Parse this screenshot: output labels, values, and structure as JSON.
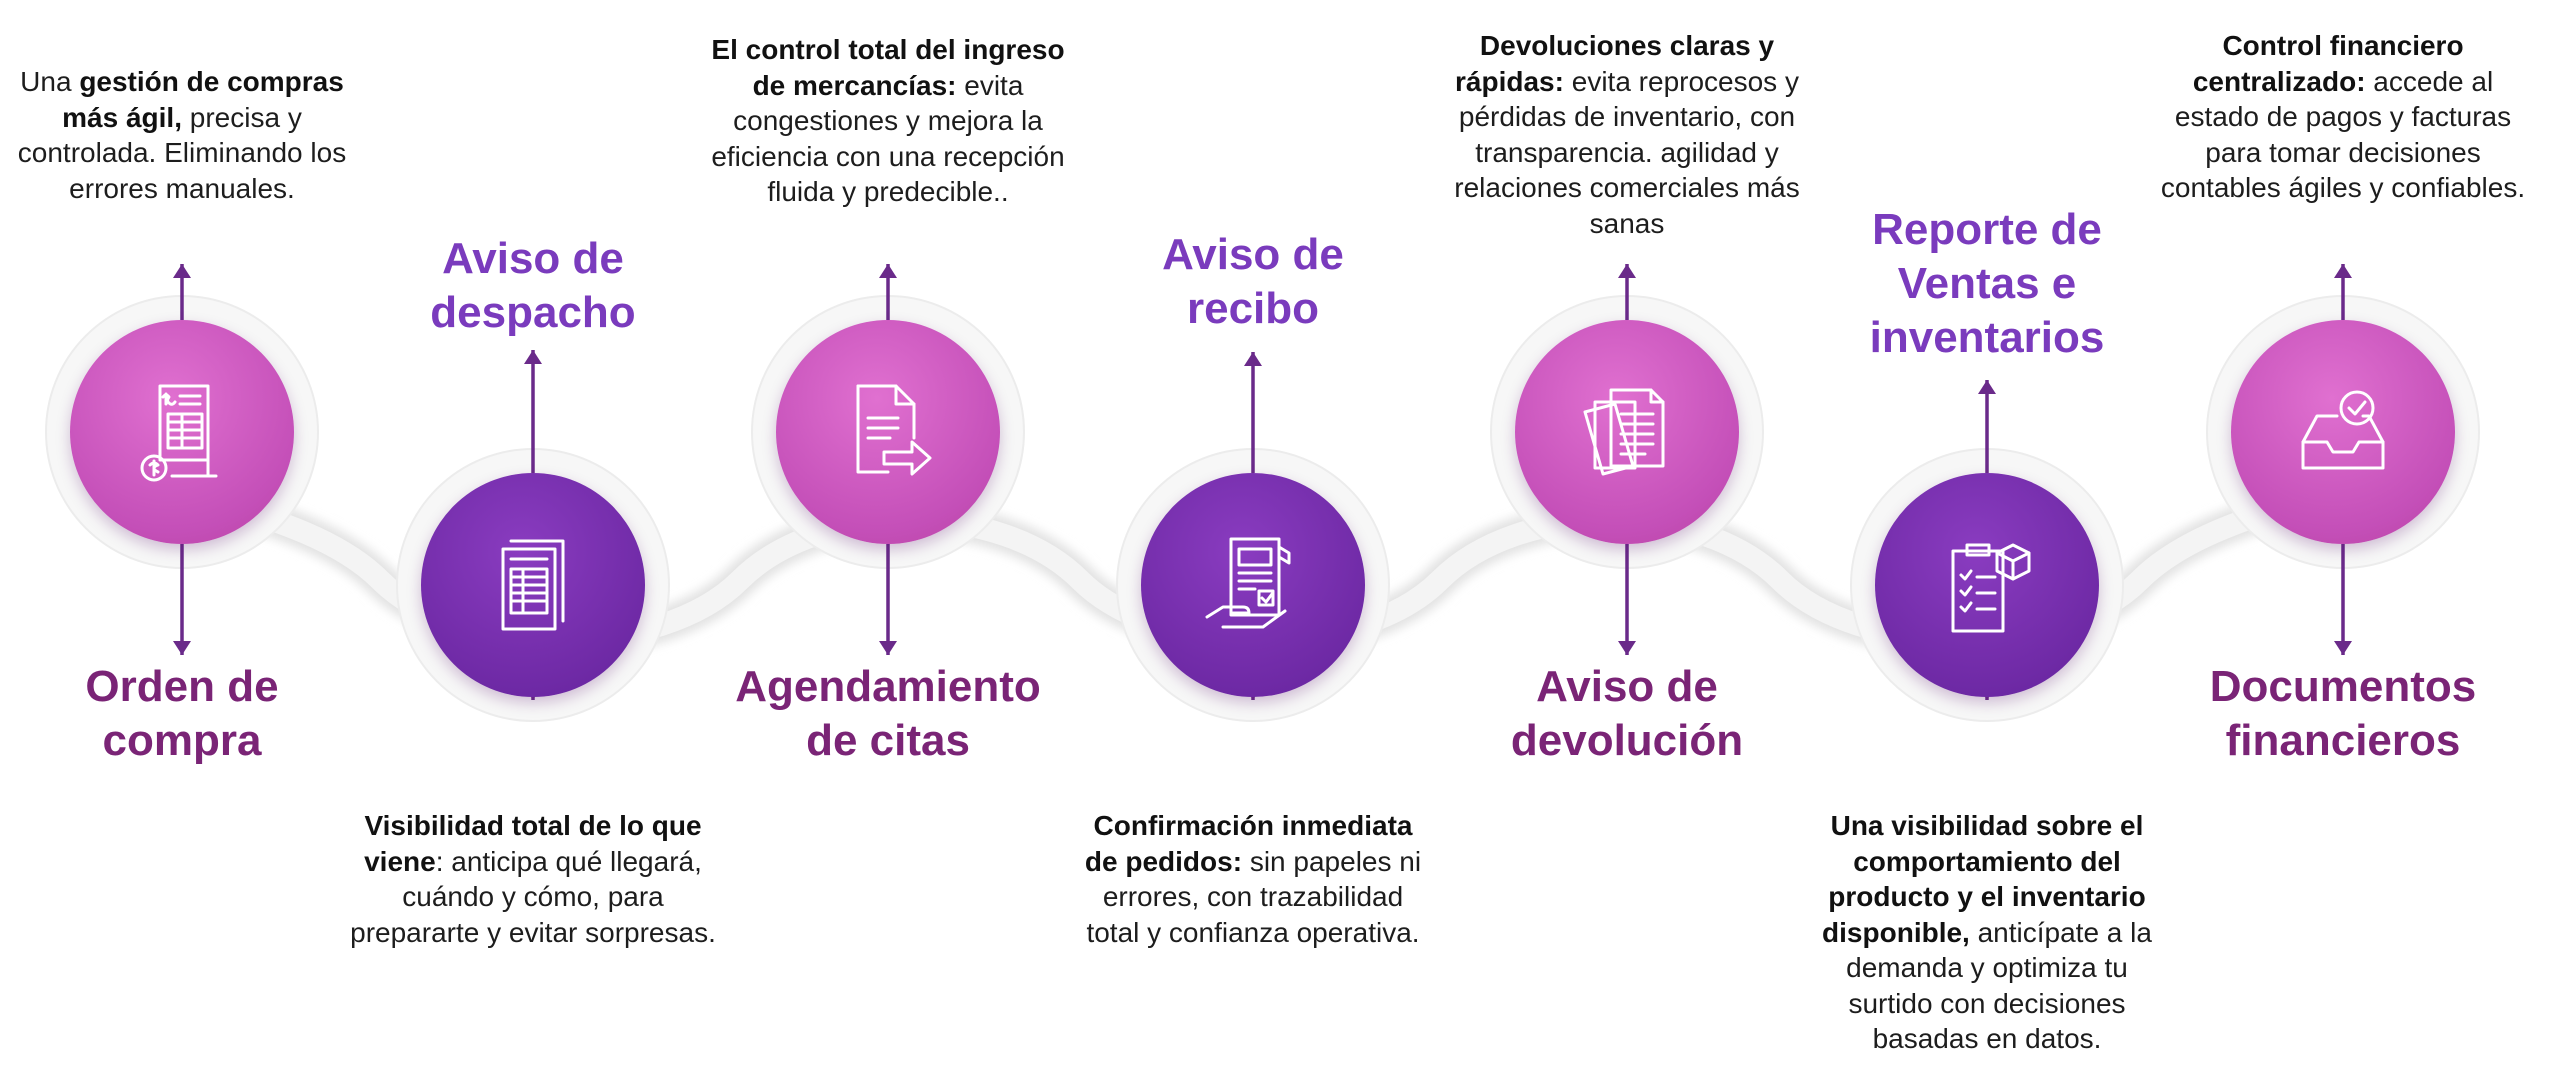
{
  "colors": {
    "pink_node": "#c44fb8",
    "purple_node": "#6f2aa6",
    "title_plum": "#7a2476",
    "title_violet": "#7a3bbd",
    "connector": "#6a2a8a",
    "text": "#1d1d1d"
  },
  "steps": [
    {
      "title": "Orden de compra",
      "icon": "purchase-order-icon",
      "desc_pre": "Una ",
      "desc_bold": "gestión de compras más ágil,",
      "desc_post": " precisa y controlada. Eliminando los errores manuales."
    },
    {
      "title": "Aviso de despacho",
      "icon": "dispatch-document-icon",
      "desc_pre": "",
      "desc_bold": "Visibilidad total de lo que viene",
      "desc_post": ": anticipa qué llegará, cuándo y cómo, para prepararte y evitar sorpresas."
    },
    {
      "title": "Agendamiento de citas",
      "icon": "document-forward-icon",
      "desc_pre": "",
      "desc_bold": "El control total del ingreso de mercancías:",
      "desc_post": " evita congestiones y mejora la eficiencia con una recepción fluida y predecible.."
    },
    {
      "title": "Aviso de recibo",
      "icon": "receipt-confirmation-icon",
      "desc_pre": "",
      "desc_bold": "Confirmación inmediata de pedidos:",
      "desc_post": " sin papeles ni errores, con trazabilidad total y confianza operativa."
    },
    {
      "title": "Aviso de devolución",
      "icon": "stacked-documents-icon",
      "desc_pre": "",
      "desc_bold": "Devoluciones claras y rápidas:",
      "desc_post": " evita reprocesos y pérdidas de inventario, con transparencia. agilidad y relaciones comerciales más sanas"
    },
    {
      "title": "Reporte de Ventas e inventarios",
      "icon": "checklist-box-icon",
      "desc_pre": "",
      "desc_bold": "Una visibilidad sobre el comportamiento del producto y el inventario disponible,",
      "desc_post": " anticípate a la demanda y optimiza tu surtido con decisiones basadas en datos."
    },
    {
      "title": "Documentos financieros",
      "icon": "inbox-check-icon",
      "desc_pre": "",
      "desc_bold": "Control financiero centralizado:",
      "desc_post": " accede al estado de pagos y facturas para tomar decisiones contables ágiles y confiables."
    }
  ]
}
